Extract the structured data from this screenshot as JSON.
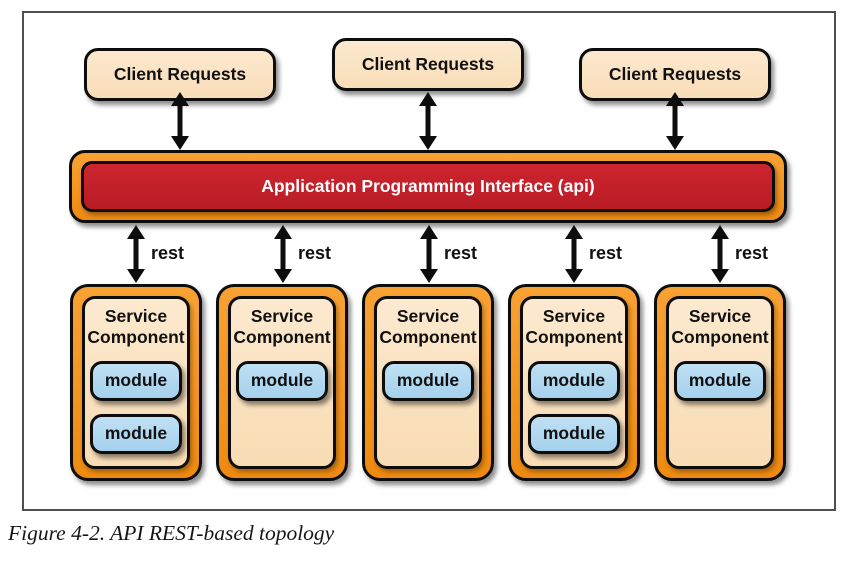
{
  "figure": {
    "caption": "Figure 4-2. API REST-based topology"
  },
  "diagram": {
    "clients": [
      {
        "label": "Client Requests"
      },
      {
        "label": "Client Requests"
      },
      {
        "label": "Client Requests"
      }
    ],
    "api": {
      "label": "Application Programming Interface (api)"
    },
    "rest_links": [
      {
        "label": "rest"
      },
      {
        "label": "rest"
      },
      {
        "label": "rest"
      },
      {
        "label": "rest"
      },
      {
        "label": "rest"
      }
    ],
    "service_components": [
      {
        "title": "Service Component",
        "modules": [
          {
            "label": "module"
          },
          {
            "label": "module"
          }
        ]
      },
      {
        "title": "Service Component",
        "modules": [
          {
            "label": "module"
          }
        ]
      },
      {
        "title": "Service Component",
        "modules": [
          {
            "label": "module"
          }
        ]
      },
      {
        "title": "Service Component",
        "modules": [
          {
            "label": "module"
          },
          {
            "label": "module"
          }
        ]
      },
      {
        "title": "Service Component",
        "modules": [
          {
            "label": "module"
          }
        ]
      }
    ]
  },
  "colors": {
    "orange": "#F2921D",
    "red": "#C32128",
    "tan": "#FBE3C2",
    "module_blue": "#AFD7F0",
    "arrow_black": "#0D0D0D",
    "frame_gray": "#4F4F4F"
  }
}
